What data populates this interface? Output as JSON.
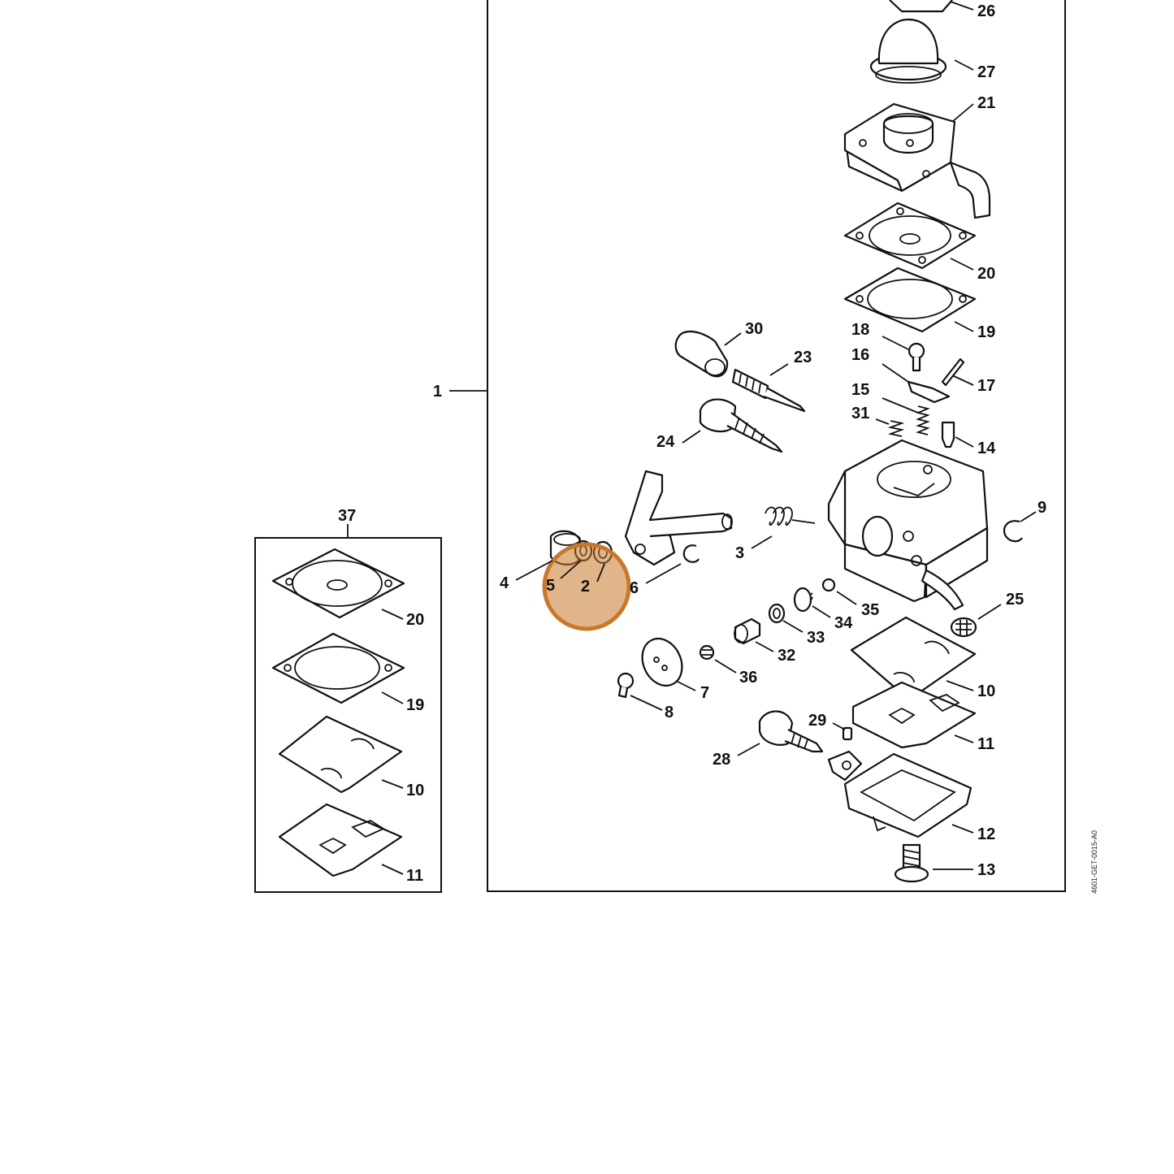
{
  "diagram": {
    "main_assembly_label": "1",
    "gasket_kit_label": "37",
    "drawing_code": "4601-GET-0015-A0",
    "highlight": {
      "color": "#C8782A",
      "labels": [
        "5",
        "2"
      ]
    },
    "part_labels": {
      "p26": "26",
      "p27": "27",
      "p21": "21",
      "p20": "20",
      "p19": "19",
      "p30": "30",
      "p23": "23",
      "p18": "18",
      "p16": "16",
      "p17": "17",
      "p15": "15",
      "p31": "31",
      "p14": "14",
      "p24": "24",
      "p9": "9",
      "p3": "3",
      "p4": "4",
      "p5": "5",
      "p2": "2",
      "p6": "6",
      "p35": "35",
      "p25": "25",
      "p34": "34",
      "p33": "33",
      "p32": "32",
      "p36": "36",
      "p7": "7",
      "p8": "8",
      "p10": "10",
      "p29": "29",
      "p11": "11",
      "p28": "28",
      "p12": "12",
      "p13": "13"
    },
    "kit_labels": {
      "k20": "20",
      "k19": "19",
      "k10": "10",
      "k11": "11"
    }
  }
}
